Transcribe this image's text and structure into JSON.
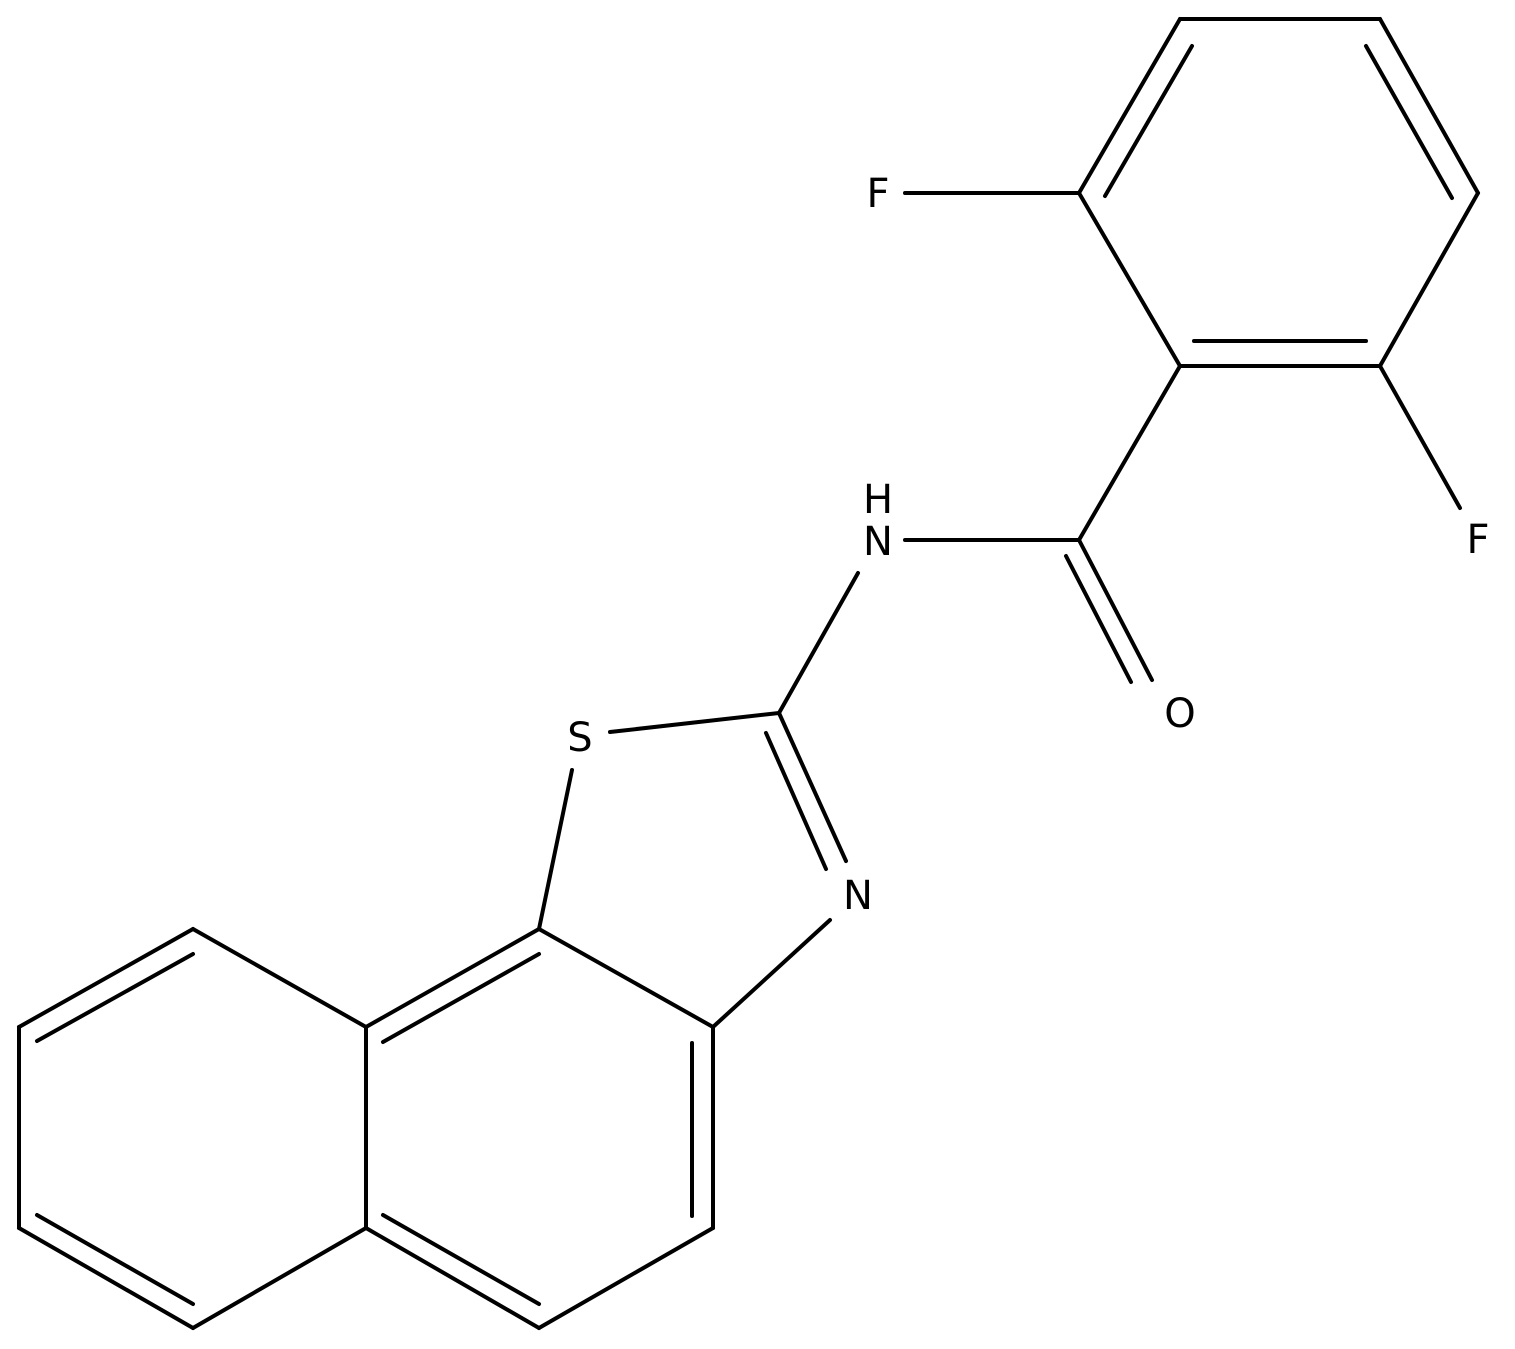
{
  "molecule": {
    "atoms": {
      "F1": "F",
      "F2": "F",
      "H": "H",
      "N_amide": "N",
      "O": "O",
      "S": "S",
      "N_ring": "N"
    },
    "colors": {
      "bond": "#000000",
      "text": "#000000",
      "background": "#ffffff"
    }
  }
}
